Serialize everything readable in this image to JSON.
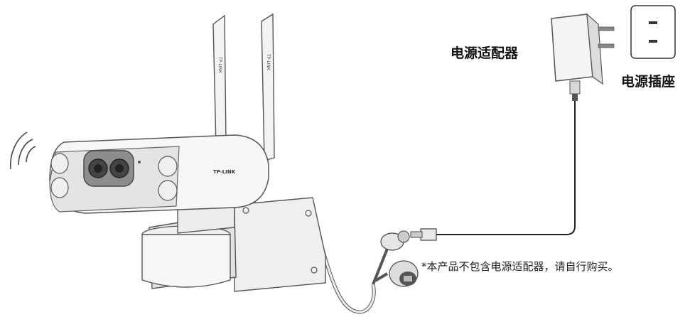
{
  "labels": {
    "power_adapter": "电源适配器",
    "power_socket": "电源插座",
    "note": "*本产品不包含电源适配器，请自行购买。",
    "antenna_brand": "TP-LINK",
    "camera_brand": "TP-LINK"
  },
  "icons": [
    "wifi-signal-icon",
    "power-adapter-icon",
    "power-socket-icon",
    "camera-illustration"
  ]
}
